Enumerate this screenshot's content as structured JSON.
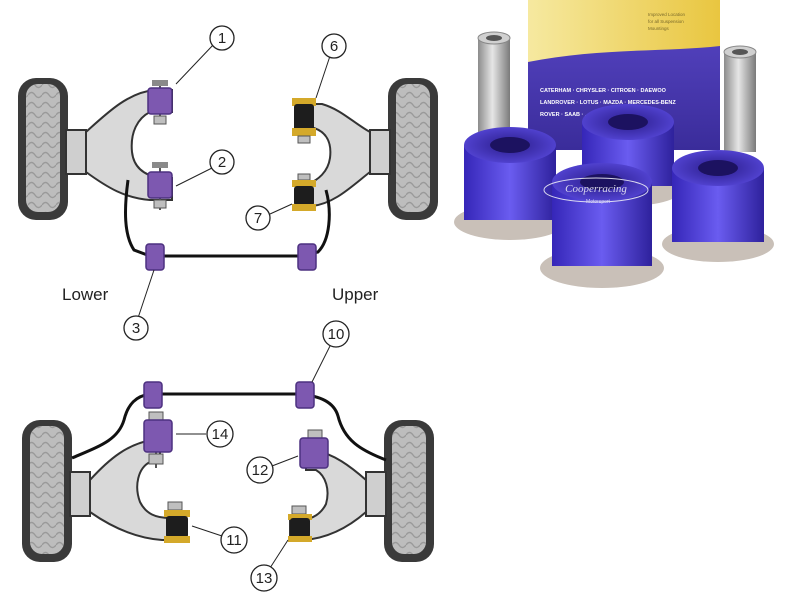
{
  "labels": {
    "lower": "Lower",
    "upper": "Upper"
  },
  "callouts": [
    "1",
    "2",
    "3",
    "6",
    "7",
    "10",
    "11",
    "12",
    "13",
    "14"
  ],
  "product_box": {
    "header_line1": "Improved Location",
    "header_line2": "for all Suspension",
    "header_line3": "Mountings",
    "brand_lines": [
      "CATERHAM · CHRYSLER · CITROEN · DAEWOO",
      "LANDROVER · LOTUS · MAZDA · MERCEDES-BENZ",
      "ROVER · SAAB · ... · TRIUMPH"
    ]
  },
  "logo": {
    "main": "Cooperracing",
    "sub": "Motorsport"
  },
  "colors": {
    "purple_bush": "#7d58b0",
    "black_bush": "#1d1d1d",
    "arm_fill": "#d9d9d9",
    "arm_stroke": "#333333",
    "tire": "#3a3a3a",
    "poly_purple": "#4b3fd6",
    "sleeve_steel": "#b8b8b8"
  }
}
